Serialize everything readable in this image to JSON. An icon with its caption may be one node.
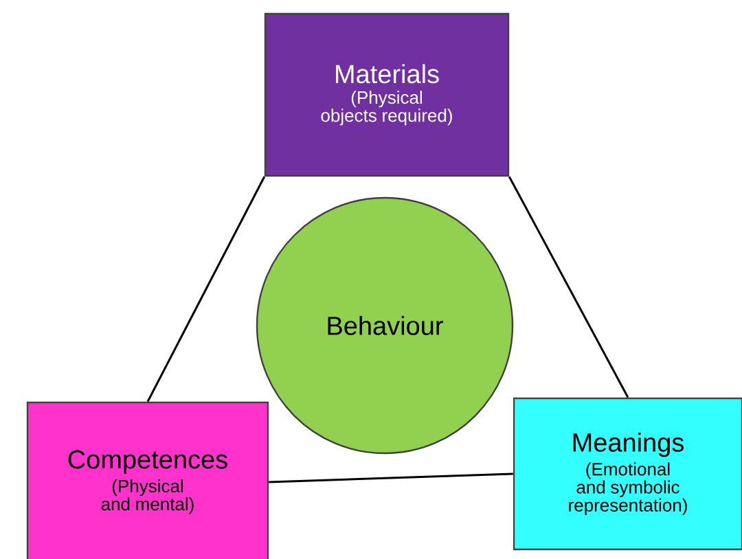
{
  "diagram": {
    "nodes": [
      {
        "text": [
          "Materials",
          "(Physical objects required)"
        ]
      },
      {
        "text": [
          "Behaviour"
        ]
      },
      {
        "text": [
          "Competences",
          "(Physical and mental)"
        ]
      },
      {
        "text": [
          "Meanings",
          "(Emotional and symbolic representation)"
        ]
      }
    ],
    "edges": [
      {
        "from": 0,
        "to": 2,
        "arrow": "none"
      },
      {
        "from": 0,
        "to": 3,
        "arrow": "none"
      },
      {
        "from": 2,
        "to": 3,
        "arrow": "none"
      }
    ]
  }
}
